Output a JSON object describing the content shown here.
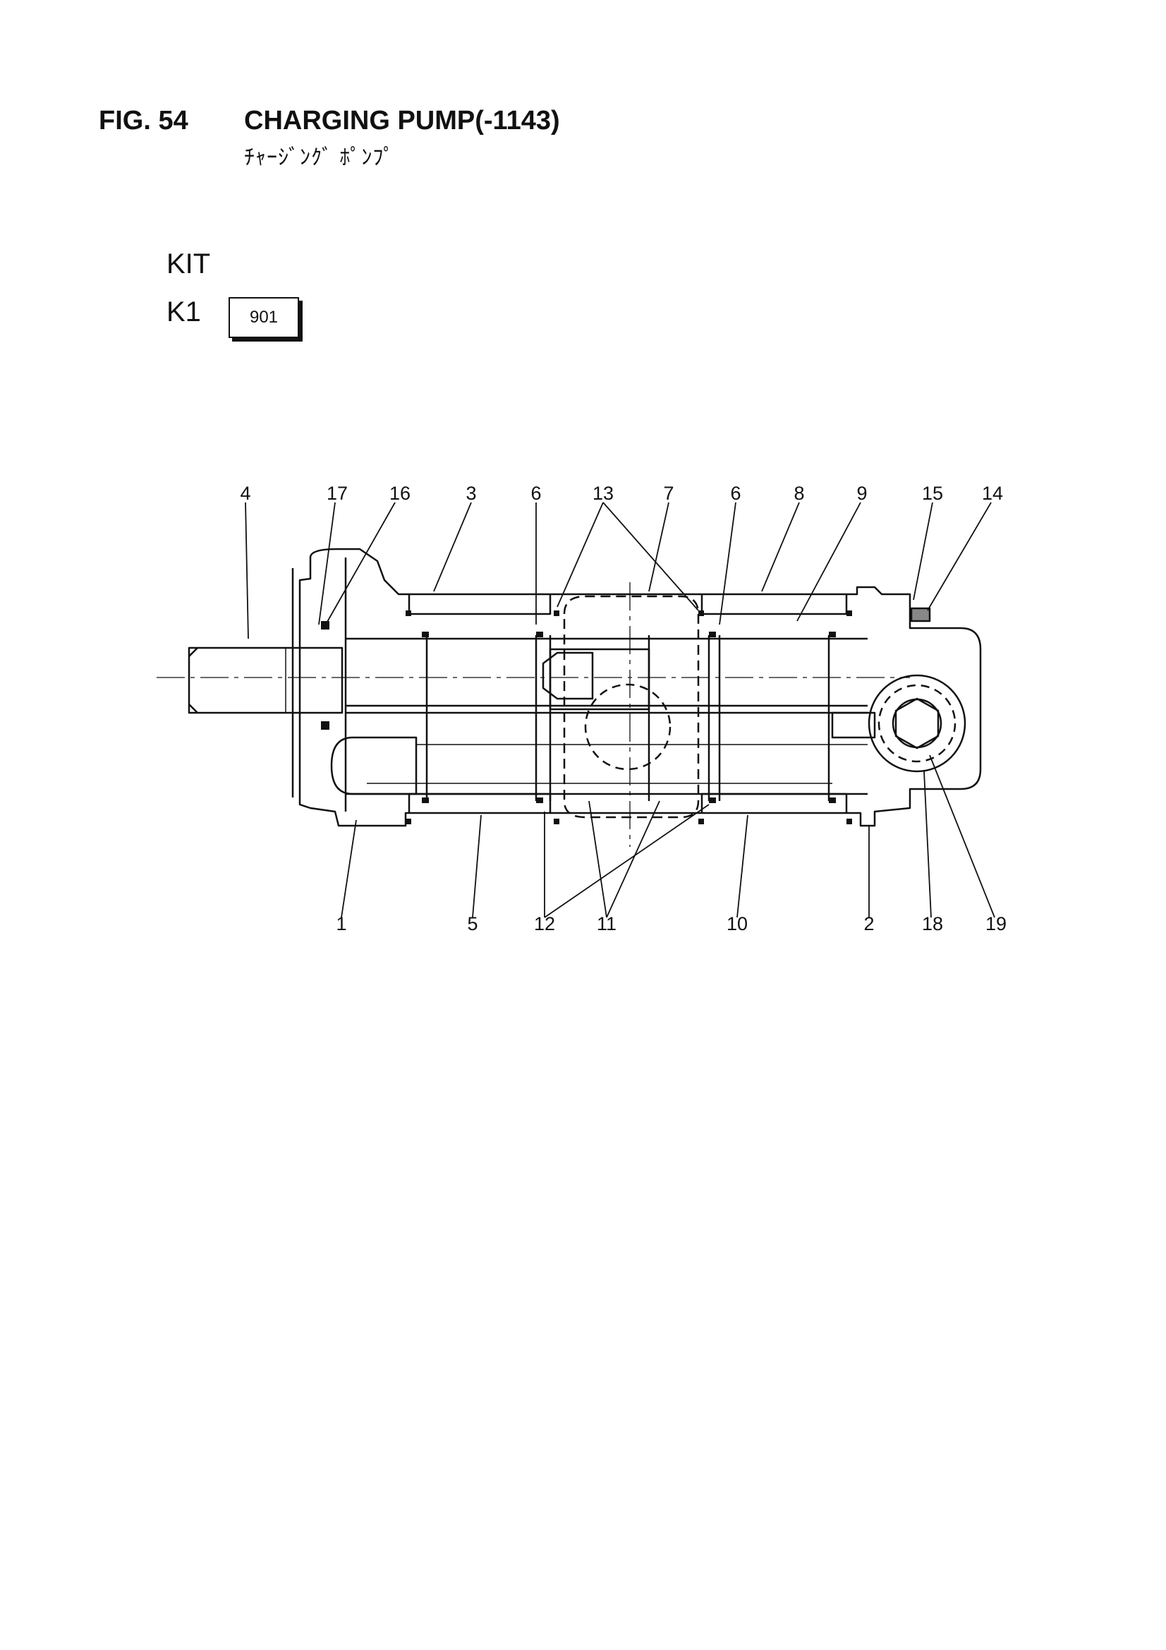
{
  "figure": {
    "number": "FIG. 54",
    "title": "CHARGING PUMP(-1143)",
    "subtitle": "ﾁｬｰｼﾞﾝｸﾞ ﾎﾟﾝﾌﾟ"
  },
  "kit": {
    "heading": "KIT",
    "id": "K1",
    "part": "901"
  },
  "callouts": {
    "c4": "4",
    "c17": "17",
    "c16": "16",
    "c3": "3",
    "c6a": "6",
    "c13": "13",
    "c7": "7",
    "c6b": "6",
    "c8": "8",
    "c9": "9",
    "c15": "15",
    "c14": "14",
    "c1": "1",
    "c5": "5",
    "c12": "12",
    "c11": "11",
    "c10": "10",
    "c2": "2",
    "c18": "18",
    "c19": "19"
  }
}
